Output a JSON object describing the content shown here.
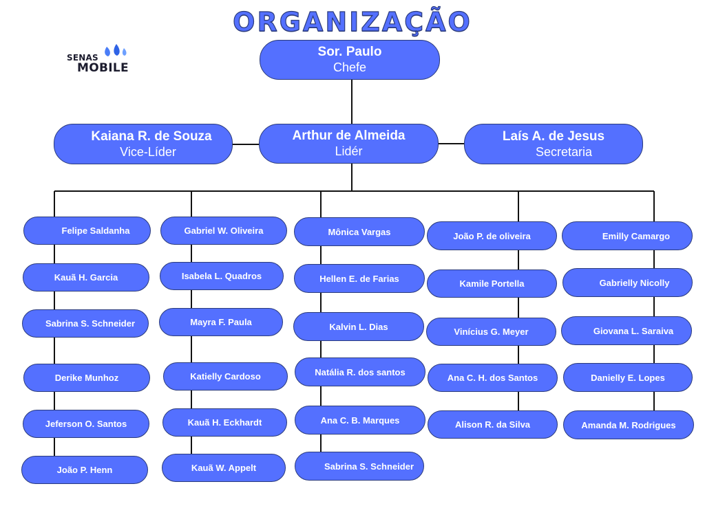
{
  "title": "ORGANIZAÇÃO",
  "logo": {
    "line1": "SENAS",
    "line2": "MOBILE"
  },
  "colors": {
    "node_fill": "#5470ff",
    "node_text": "#ffffff",
    "title": "#5470ff",
    "line": "#111111"
  },
  "top": {
    "name": "Sor. Paulo",
    "role": "Chefe"
  },
  "leader": {
    "name": "Arthur de Almeida",
    "role": "Lidér"
  },
  "vice": {
    "name": "Kaiana R. de Souza",
    "role": "Vice-Líder"
  },
  "secretary": {
    "name": "Laís A. de Jesus",
    "role": "Secretaria"
  },
  "columns": [
    [
      "Felipe Saldanha",
      "Kauã H. Garcia",
      "Sabrina S. Schneider",
      "Derike Munhoz",
      "Jeferson O.  Santos",
      "João P. Henn"
    ],
    [
      "Gabriel W. Oliveira",
      "Isabela L. Quadros",
      "Mayra F. Paula",
      "Katielly Cardoso",
      "Kauã H. Eckhardt",
      "Kauã W. Appelt"
    ],
    [
      "Mônica Vargas",
      "Hellen E. de Farias",
      "Kalvin L. Dias",
      "Natália R. dos santos",
      "Ana C. B. Marques",
      "Sabrina S. Schneider"
    ],
    [
      "João P. de oliveira",
      "Kamile Portella",
      "Vinícius G. Meyer",
      "Ana C. H. dos Santos",
      "Alison R. da Silva"
    ],
    [
      "Emilly Camargo",
      "Gabrielly Nicolly",
      "Giovana L. Saraiva",
      "Danielly E. Lopes",
      "Amanda M. Rodrigues"
    ]
  ]
}
